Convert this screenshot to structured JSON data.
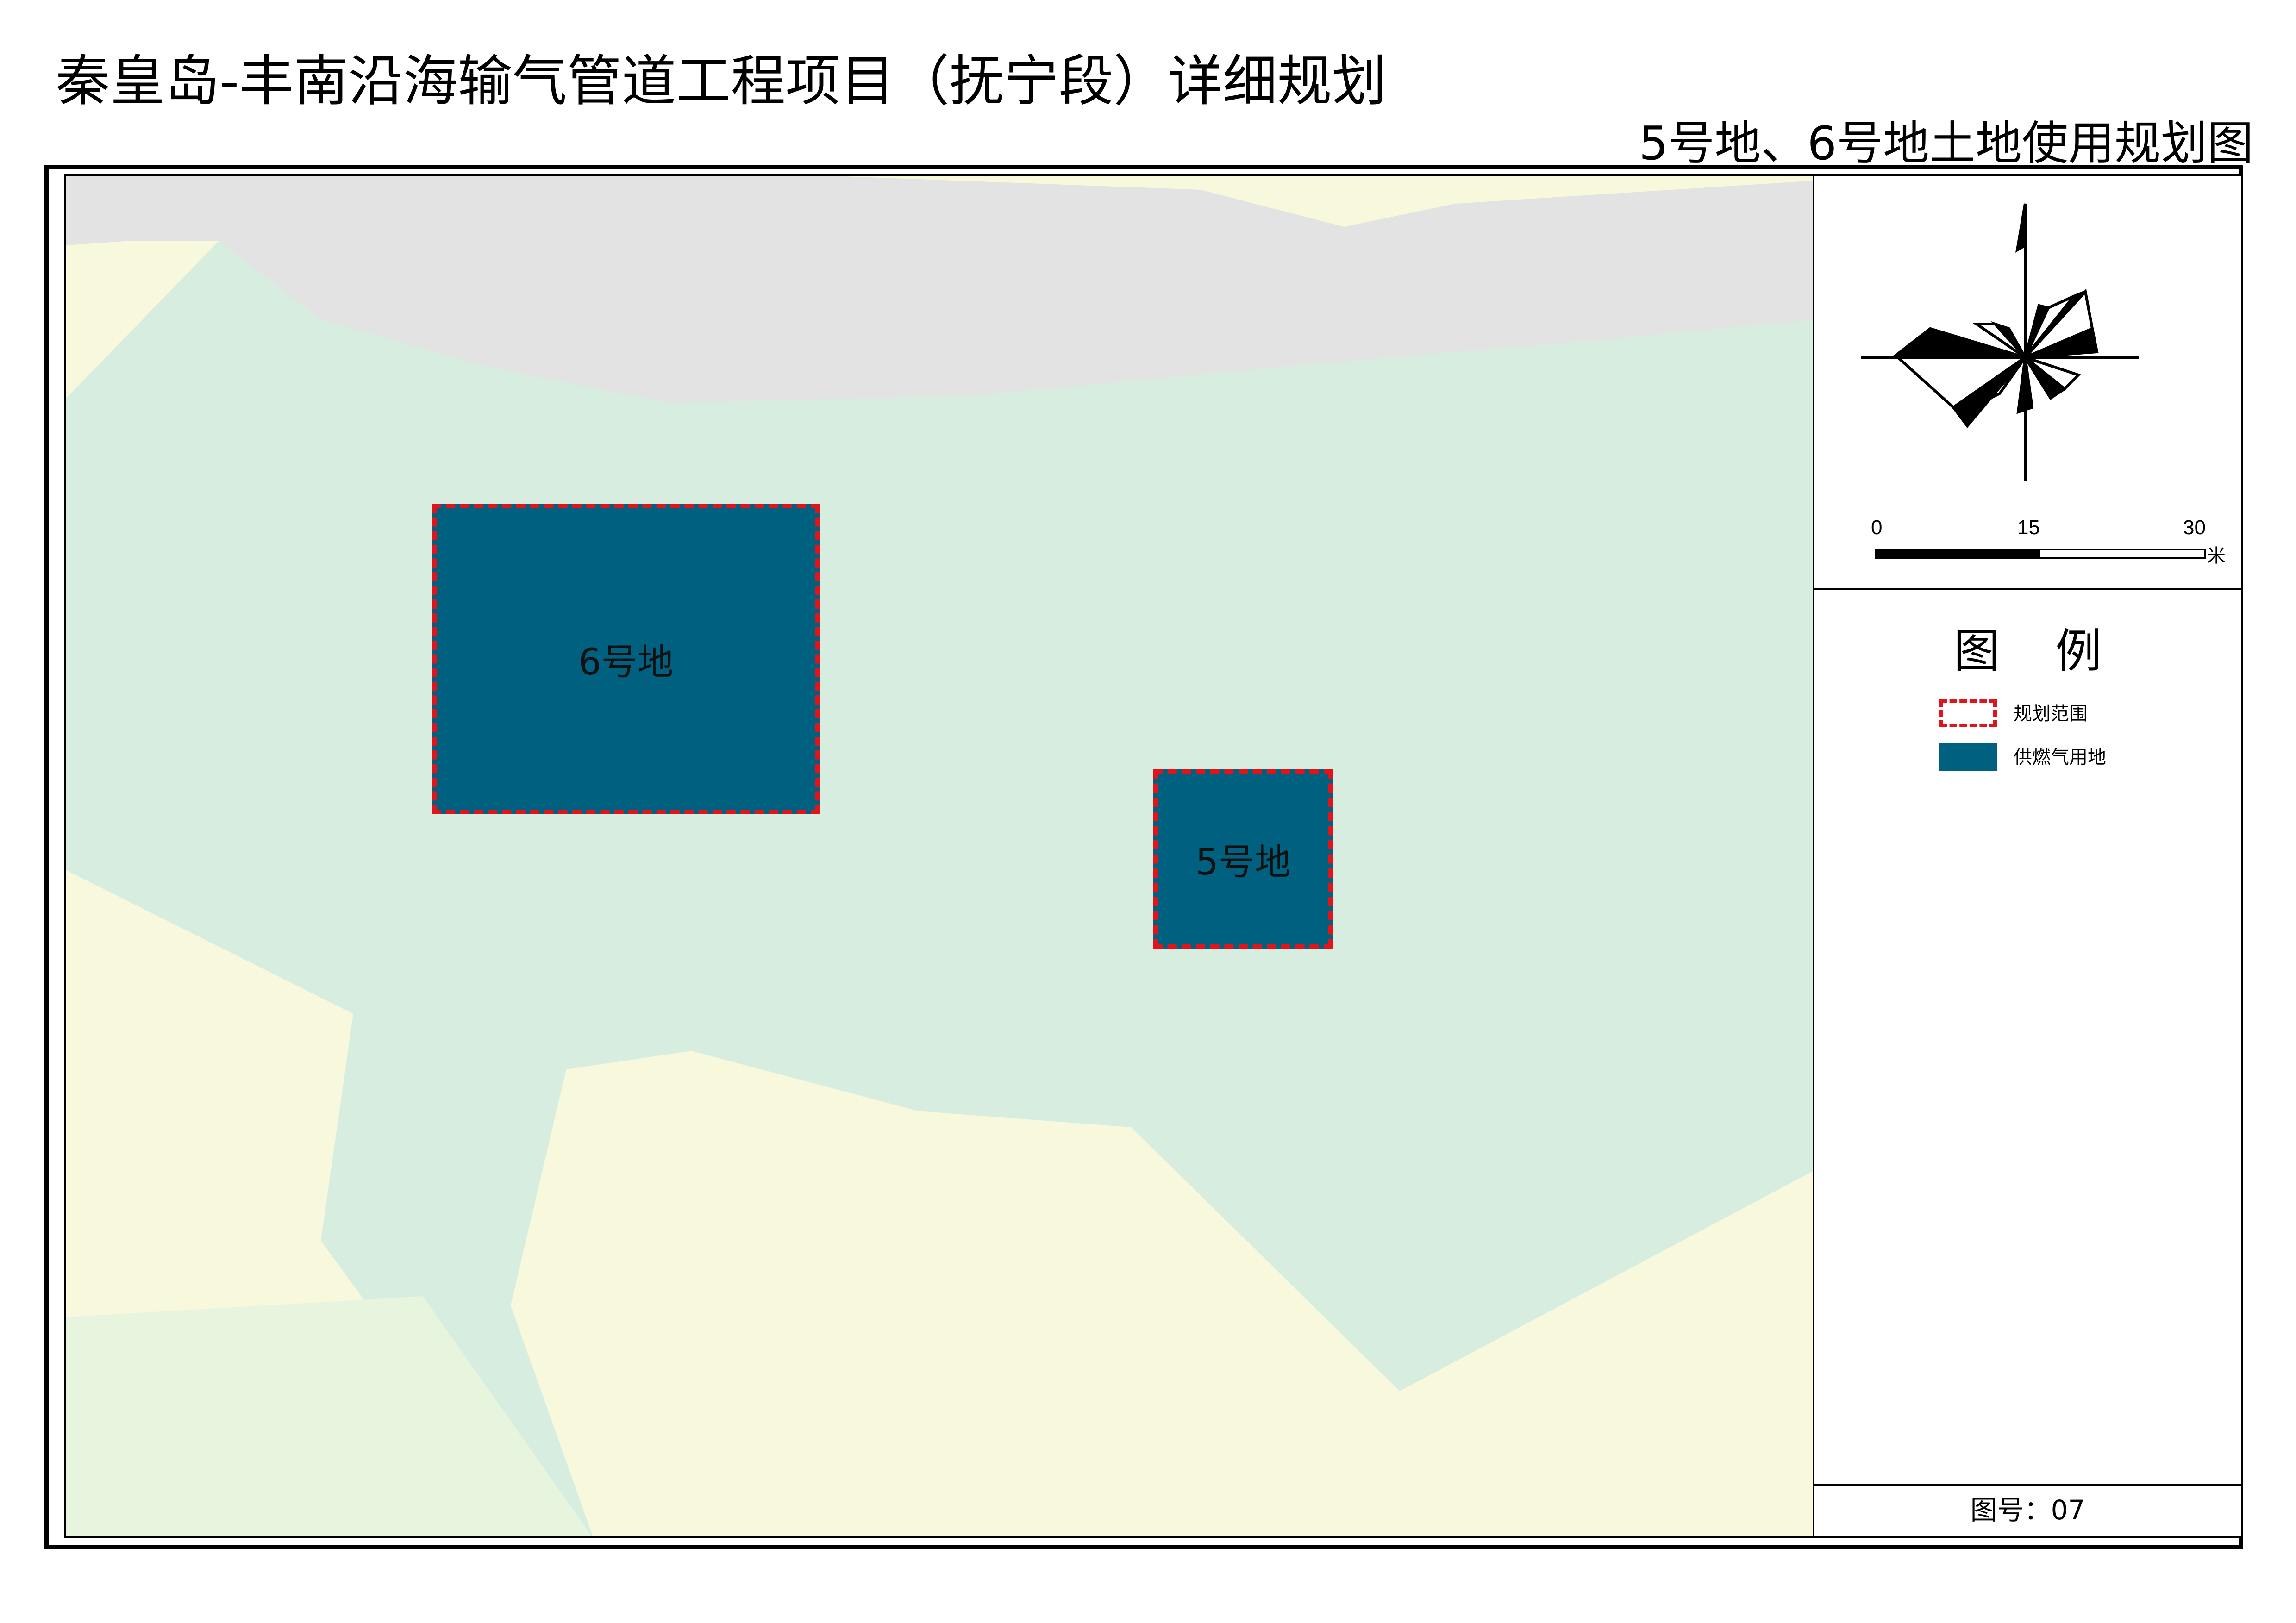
{
  "header": {
    "title": "秦皇岛-丰南沿海输气管道工程项目（抚宁段）详细规划",
    "subtitle": "5号地、6号地土地使用规划图"
  },
  "map": {
    "colors": {
      "road": "#e3e3e3",
      "gas_pipeline_land": "#d6ede0",
      "cultivated_land": "#f8f8dd",
      "garden_land": "#e8f5de",
      "gas_supply_land": "#006080",
      "plan_boundary": "#e0141b"
    },
    "parcels": [
      {
        "name": "6号地",
        "label": "6号地"
      },
      {
        "name": "5号地",
        "label": "5号地"
      }
    ]
  },
  "north_arrow": {
    "icon": "wind-rose-north-arrow-icon"
  },
  "scale_bar": {
    "ticks": [
      "0",
      "15",
      "30"
    ],
    "unit": "米"
  },
  "legend": {
    "title": "图例",
    "items": [
      {
        "label": "规划范围",
        "style": "dashed-red-outline"
      },
      {
        "label": "供燃气用地",
        "style": "filled",
        "color": "#006080"
      }
    ]
  },
  "footer": {
    "figure_no": "图号：07"
  }
}
